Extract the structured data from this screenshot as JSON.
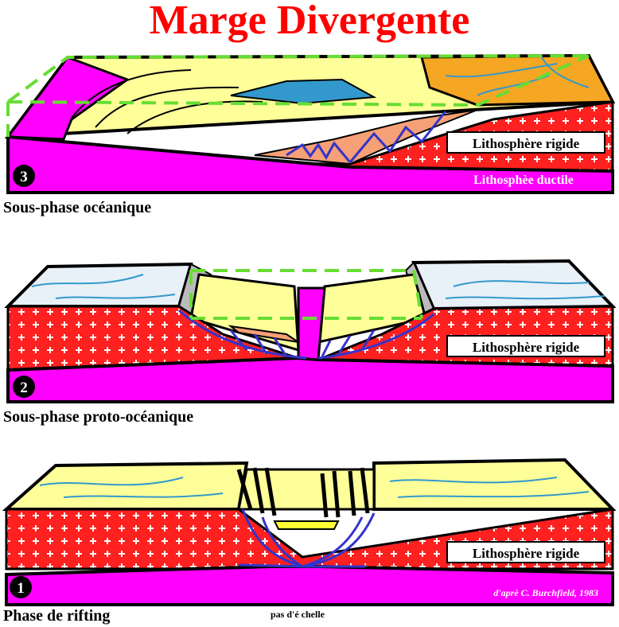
{
  "title": "Marge Divergente",
  "panels": [
    {
      "badge": "3",
      "caption": "Sous-phase océanique",
      "rigid_label": "Lithosphère rigide",
      "ductile_label": "Lithosphèe ductile"
    },
    {
      "badge": "2",
      "caption": "Sous-phase proto-océanique",
      "rigid_label": "Lithosphère rigide"
    },
    {
      "badge": "1",
      "caption": "Phase de rifting",
      "rigid_label": "Lithosphère rigide",
      "credit": "d'aprè C. Burchfield, 1983"
    }
  ],
  "scale_note": "pas d'é chelle",
  "colors": {
    "title": "#ff0000",
    "crust": "#ff2020",
    "mantle": "#ff00ff",
    "sediment": "#ffff99",
    "orange_sediment": "#f5a623",
    "fault": "#3333cc",
    "frame": "#66dd33",
    "river": "#3399cc"
  }
}
